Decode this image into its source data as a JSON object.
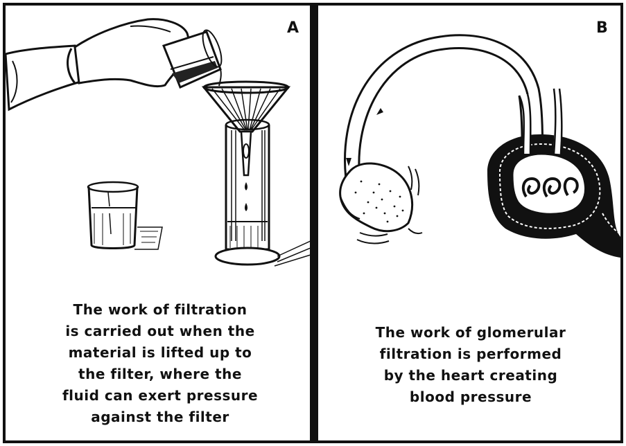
{
  "panels": [
    {
      "label": "A",
      "caption_lines": [
        "The work of filtration",
        "is carried out when the",
        "material is lifted up to",
        "the filter, where the",
        "fluid can exert pressure",
        "against the filter"
      ]
    },
    {
      "label": "B",
      "caption_lines": [
        "The work of glomerular",
        "filtration is performed",
        "by the heart creating",
        "blood pressure"
      ]
    }
  ]
}
